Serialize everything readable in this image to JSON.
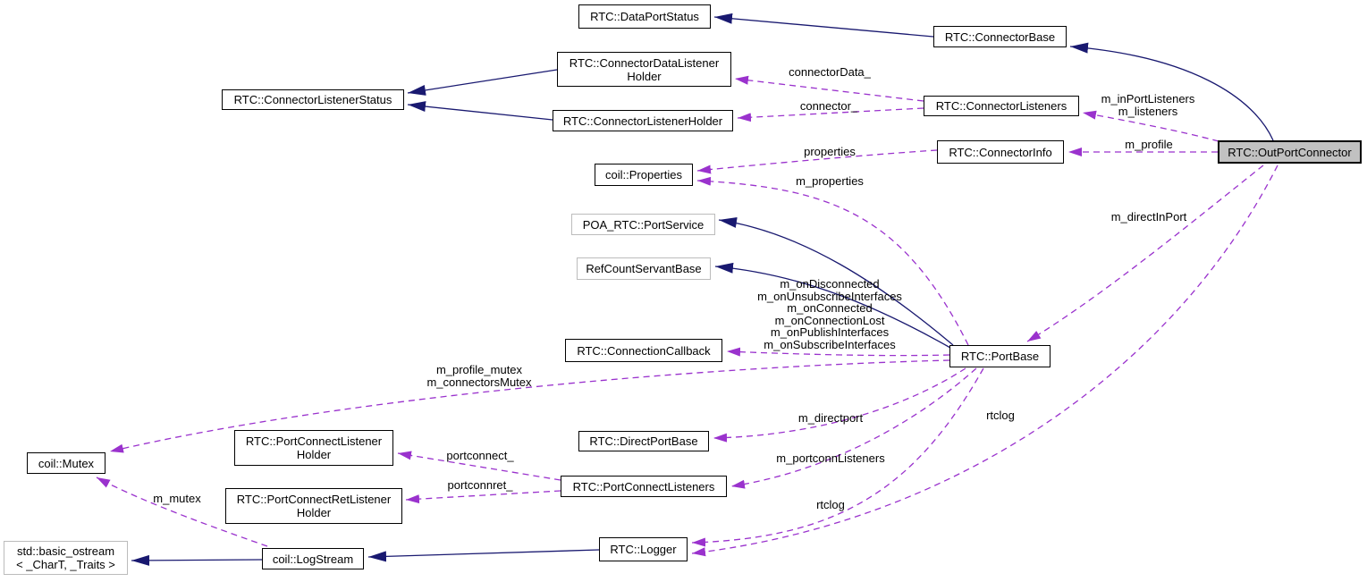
{
  "colors": {
    "inheritance_edge": "#191970",
    "usage_edge": "#9a32cd",
    "node_border": "#000000",
    "external_node_border": "#bcbcbc",
    "current_node_fill": "#c1c1c1",
    "background": "#ffffff"
  },
  "nodes": {
    "data_port_status": {
      "label": "RTC::DataPortStatus"
    },
    "connector_base": {
      "label": "RTC::ConnectorBase"
    },
    "connector_data_listener_holder": {
      "label": "RTC::ConnectorDataListener\nHolder"
    },
    "connector_listener_status": {
      "label": "RTC::ConnectorListenerStatus"
    },
    "connector_listener_holder": {
      "label": "RTC::ConnectorListenerHolder"
    },
    "connector_listeners": {
      "label": "RTC::ConnectorListeners"
    },
    "connector_info": {
      "label": "RTC::ConnectorInfo"
    },
    "out_port_connector": {
      "label": "RTC::OutPortConnector"
    },
    "coil_properties": {
      "label": "coil::Properties"
    },
    "poa_rtc_port_service": {
      "label": "POA_RTC::PortService"
    },
    "ref_count_servant_base": {
      "label": "RefCountServantBase"
    },
    "connection_callback": {
      "label": "RTC::ConnectionCallback"
    },
    "port_base": {
      "label": "RTC::PortBase"
    },
    "port_connect_listener_holder": {
      "label": "RTC::PortConnectListener\nHolder"
    },
    "coil_mutex": {
      "label": "coil::Mutex"
    },
    "direct_port_base": {
      "label": "RTC::DirectPortBase"
    },
    "port_connect_listeners": {
      "label": "RTC::PortConnectListeners"
    },
    "port_connect_ret_listener_holder": {
      "label": "RTC::PortConnectRetListener\nHolder"
    },
    "std_basic_ostream": {
      "label": "std::basic_ostream\n< _CharT, _Traits >"
    },
    "coil_log_stream": {
      "label": "coil::LogStream"
    },
    "rtc_logger": {
      "label": "RTC::Logger"
    }
  },
  "edge_labels": {
    "connector_data": "connectorData_",
    "connector": "connector_",
    "in_port_listeners": "m_inPortListeners\nm_listeners",
    "properties": "properties",
    "m_profile": "m_profile",
    "m_properties": "m_properties",
    "m_direct_in_port": "m_directInPort",
    "port_callbacks": "m_onDisconnected\nm_onUnsubscribeInterfaces\nm_onConnected\nm_onConnectionLost\nm_onPublishInterfaces\nm_onSubscribeInterfaces",
    "mutex_members": "m_profile_mutex\nm_connectorsMutex",
    "m_directport": "m_directport",
    "rtclog_right": "rtclog",
    "m_portconn_listeners": "m_portconnListeners",
    "portconnect": "portconnect_",
    "portconnret": "portconnret_",
    "rtclog_bottom": "rtclog",
    "m_mutex": "m_mutex"
  }
}
